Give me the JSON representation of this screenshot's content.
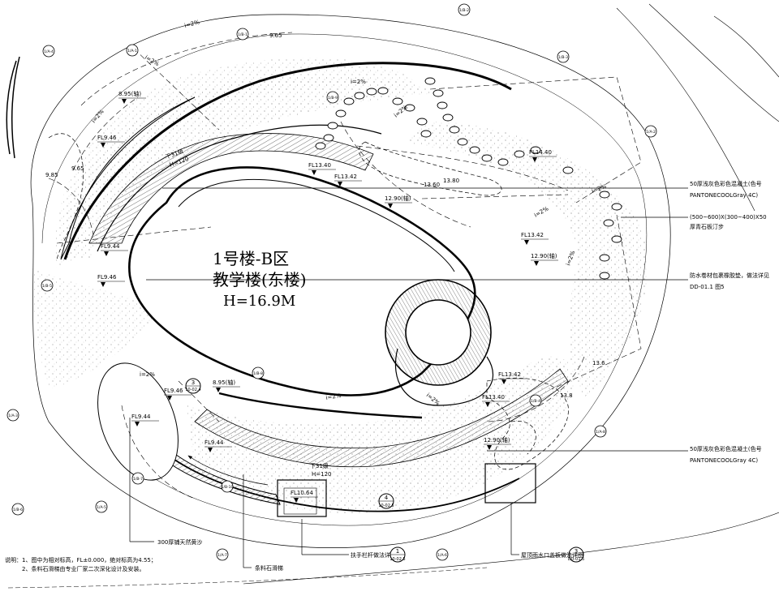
{
  "building": {
    "name": "1号楼-B区",
    "use": "教学楼(东楼)",
    "height": "H=16.9M"
  },
  "elevations": [
    {
      "id": "e1",
      "text": "FL9.46"
    },
    {
      "id": "e2",
      "text": "8.95(轴)"
    },
    {
      "id": "e3",
      "text": "FL9.44"
    },
    {
      "id": "e4",
      "text": "FL9.46"
    },
    {
      "id": "e5",
      "text": "FL13.40"
    },
    {
      "id": "e6",
      "text": "FL13.42"
    },
    {
      "id": "e7",
      "text": "12.90(轴)"
    },
    {
      "id": "e8",
      "text": "FL14.40"
    },
    {
      "id": "e9",
      "text": "FL13.42"
    },
    {
      "id": "e10",
      "text": "12.90(轴)"
    },
    {
      "id": "e11",
      "text": "FL9.46"
    },
    {
      "id": "e12",
      "text": "8.95(轴)"
    },
    {
      "id": "e13",
      "text": "FL9.44"
    },
    {
      "id": "e14",
      "text": "FL9.44"
    },
    {
      "id": "e15",
      "text": "FL13.42"
    },
    {
      "id": "e16",
      "text": "FL13.40"
    },
    {
      "id": "e17",
      "text": "12.90(轴)"
    },
    {
      "id": "e18",
      "text": "FL10.64"
    }
  ],
  "contours": [
    "9.65",
    "9.85",
    "9.65",
    "13.80",
    "13.60",
    "13.6",
    "13.8"
  ],
  "slopes": [
    "i=2%",
    "i=2%",
    "i=2%",
    "i=2%",
    "i=2%",
    "i=2%",
    "i=2%",
    "i=2%",
    "i=2%"
  ],
  "stairs": [
    {
      "label": "下31级",
      "sub": "H=120"
    },
    {
      "label": "下31级",
      "sub": "H=120"
    }
  ],
  "callouts": {
    "concrete1_line1": "50厚浅灰色彩色混凝土(色号",
    "concrete1_line2": "PANTONECOOLGray 4C)",
    "stone_line1": "(500~600)X(300~400)X50",
    "stone_line2": "厚青石板汀步",
    "waterproof_line1": "防水卷材包裹橡胶垫，做法详见",
    "waterproof_line2": "DD-01.1 图5",
    "concrete2_line1": "50厚浅灰色彩色混凝土(色号",
    "concrete2_line2": "PANTONECOOLGray 4C)",
    "sand": "300厚铺天然黄沙",
    "ramp": "条料石滑梯",
    "handrail": "扶手栏杆做法详",
    "roof_drain": "屋顶雨水口盖板做法详图"
  },
  "detail_refs": [
    {
      "num": "3",
      "ref": "10-02.4"
    },
    {
      "num": "4",
      "ref": "10-02.5"
    },
    {
      "num": "1",
      "ref": "10-02.5"
    },
    {
      "num": "3",
      "ref": "DD-01.5"
    }
  ],
  "grid_bubbles": [
    "1/A-4",
    "1/B-1",
    "1/B-2",
    "1/B-3",
    "1/A-1",
    "1/A-2",
    "1/B-5",
    "1/A-3",
    "1/B-6",
    "1/A-5",
    "1/B-7",
    "1/A-7",
    "1/B-8",
    "1/A-6",
    "1/B-4",
    "1/A-8",
    "1/B-9",
    "1/B-10"
  ],
  "notes": {
    "line1": "说明：1、图中为相对标高，FL±0.000，绝对标高为4.55；",
    "line2": "　　　2、条料石滑梯由专业厂家二次深化设计及安装。"
  }
}
